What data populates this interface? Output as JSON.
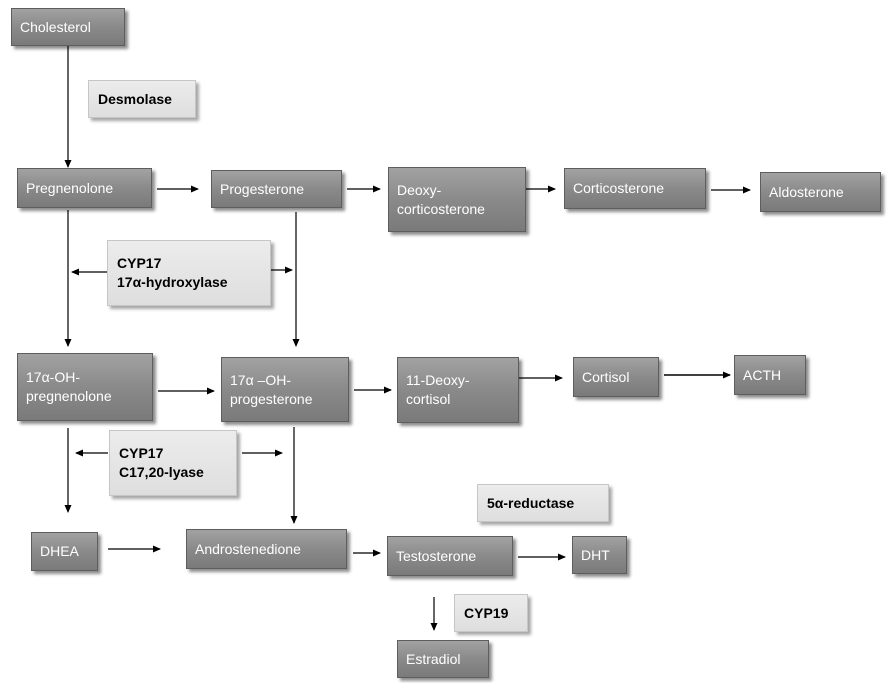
{
  "nodes": {
    "cholesterol": "Cholesterol",
    "pregnenolone": "Pregnenolone",
    "progesterone": "Progesterone",
    "deoxycorticosterone_l1": "Deoxy-",
    "deoxycorticosterone_l2": "corticosterone",
    "corticosterone": "Corticosterone",
    "aldosterone": "Aldosterone",
    "oh_pregnenolone_l1": "17α-OH-",
    "oh_pregnenolone_l2": "pregnenolone",
    "oh_progesterone_l1": "17α –OH-",
    "oh_progesterone_l2": "progesterone",
    "deoxycortisol_l1": "11-Deoxy-",
    "deoxycortisol_l2": "cortisol",
    "cortisol": "Cortisol",
    "acth": "ACTH",
    "dhea": "DHEA",
    "androstenedione": "Androstenedione",
    "testosterone": "Testosterone",
    "dht": "DHT",
    "estradiol": "Estradiol"
  },
  "enzymes": {
    "desmolase": "Desmolase",
    "cyp17_hydroxylase_l1": "CYP17",
    "cyp17_hydroxylase_l2": "17α-hydroxylase",
    "cyp17_lyase_l1": "CYP17",
    "cyp17_lyase_l2": "C17,20-lyase",
    "reductase": "5α-reductase",
    "cyp19": "CYP19"
  }
}
